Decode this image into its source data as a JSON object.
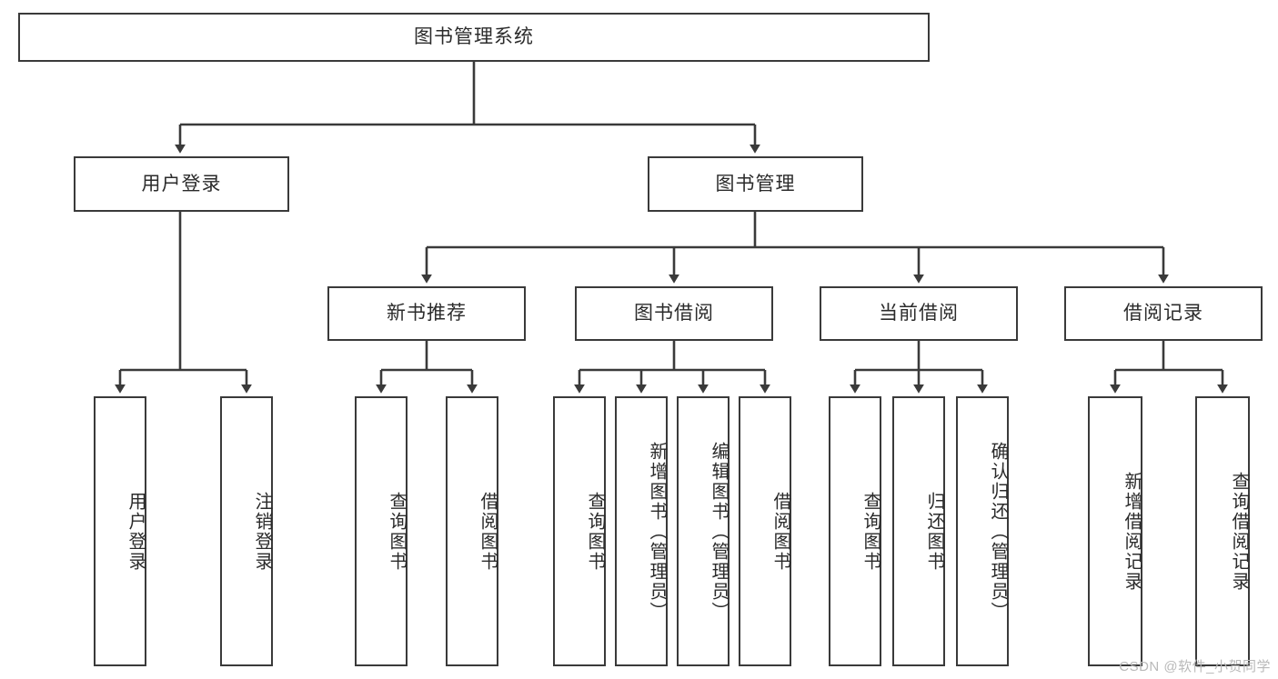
{
  "diagram": {
    "title_node": {
      "label": "图书管理系统"
    },
    "level2": [
      {
        "id": "user-login",
        "label": "用户登录"
      },
      {
        "id": "book-management",
        "label": "图书管理"
      }
    ],
    "level3": [
      {
        "id": "new-book-recommend",
        "label": "新书推荐"
      },
      {
        "id": "book-borrow",
        "label": "图书借阅"
      },
      {
        "id": "current-borrow",
        "label": "当前借阅"
      },
      {
        "id": "borrow-record",
        "label": "借阅记录"
      }
    ],
    "leaves": {
      "user_login": [
        {
          "id": "leaf-user-login",
          "label": "用户登录"
        },
        {
          "id": "leaf-logout-login",
          "label": "注销登录"
        }
      ],
      "new_book_recommend": [
        {
          "id": "leaf-query-book-1",
          "label": "查询图书"
        },
        {
          "id": "leaf-borrow-book-1",
          "label": "借阅图书"
        }
      ],
      "book_borrow": [
        {
          "id": "leaf-query-book-2",
          "label": "查询图书"
        },
        {
          "id": "leaf-add-book",
          "label": "新增图书（管理员）"
        },
        {
          "id": "leaf-edit-book",
          "label": "编辑图书（管理员）"
        },
        {
          "id": "leaf-borrow-book-2",
          "label": "借阅图书"
        }
      ],
      "current_borrow": [
        {
          "id": "leaf-query-book-3",
          "label": "查询图书"
        },
        {
          "id": "leaf-return-book",
          "label": "归还图书"
        },
        {
          "id": "leaf-confirm-return",
          "label": "确认归还（管理员）"
        }
      ],
      "borrow_record": [
        {
          "id": "leaf-add-borrow-record",
          "label": "新增借阅记录"
        },
        {
          "id": "leaf-query-borrow-record",
          "label": "查询借阅记录"
        }
      ]
    }
  },
  "watermark": {
    "text": "CSDN @软件_小贺同学"
  },
  "colors": {
    "stroke": "#3a3a3a",
    "text": "#2b2b2b",
    "background": "#ffffff",
    "watermark": "#b9b9b9"
  }
}
